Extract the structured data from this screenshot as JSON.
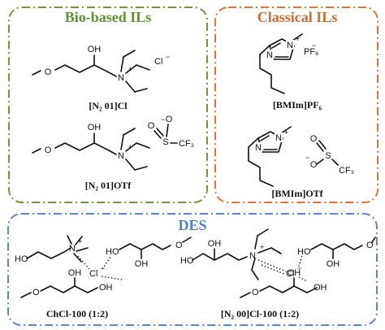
{
  "panels": {
    "bio": {
      "title": "Bio-based ILs",
      "color": "#5f9231"
    },
    "classical": {
      "title": "Classical ILs",
      "color": "#d66b2b"
    },
    "des": {
      "title": "DES",
      "color": "#4f7ed4"
    }
  },
  "labels": {
    "n201cl": "[N₂ 01]Cl",
    "n201otf": "[N₂ 01]OTf",
    "bmim_pf6": "[BMIm]PF₆",
    "bmim_otf": "[BMIm]OTf",
    "chcl": "ChCl-100 (1:2)",
    "n200cl": "[N₂ 00]Cl-100 (1:2)"
  },
  "atoms": {
    "O": "O",
    "OH": "OH",
    "HO": "HO",
    "N": "N",
    "S": "S",
    "CF3": "CF₃",
    "Cl": "Cl",
    "PF6": "PF₆",
    "plus": "+",
    "minus": "−"
  }
}
